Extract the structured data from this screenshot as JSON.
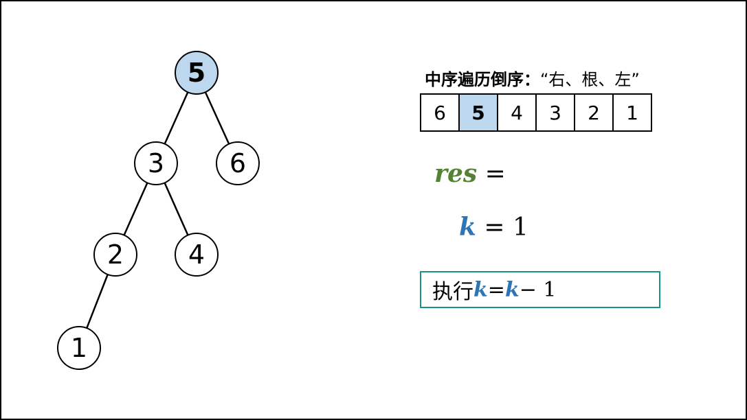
{
  "tree": {
    "nodes": [
      {
        "id": "n5",
        "value": "5",
        "highlighted": true
      },
      {
        "id": "n3",
        "value": "3",
        "highlighted": false
      },
      {
        "id": "n6",
        "value": "6",
        "highlighted": false
      },
      {
        "id": "n2",
        "value": "2",
        "highlighted": false
      },
      {
        "id": "n4",
        "value": "4",
        "highlighted": false
      },
      {
        "id": "n1",
        "value": "1",
        "highlighted": false
      }
    ],
    "edges": [
      [
        "n5",
        "n3"
      ],
      [
        "n5",
        "n6"
      ],
      [
        "n3",
        "n2"
      ],
      [
        "n3",
        "n4"
      ],
      [
        "n2",
        "n1"
      ]
    ]
  },
  "traversal": {
    "label_bold": "中序遍历倒序：",
    "label_rest": "“右、根、左”",
    "cells": [
      {
        "value": "6",
        "highlighted": false
      },
      {
        "value": "5",
        "highlighted": true
      },
      {
        "value": "4",
        "highlighted": false
      },
      {
        "value": "3",
        "highlighted": false
      },
      {
        "value": "2",
        "highlighted": false
      },
      {
        "value": "1",
        "highlighted": false
      }
    ]
  },
  "res_line": {
    "var": "res",
    "op": " = "
  },
  "k_line": {
    "var": "k",
    "op": " = ",
    "value": "1"
  },
  "exec": {
    "prefix": "执行 ",
    "lhs": "k",
    "eq": " = ",
    "rhs": "k",
    "rest": " − 1"
  },
  "colors": {
    "highlight": "#bdd7ee",
    "res": "#548235",
    "k": "#2e75b6",
    "exec_border": "#17928a"
  }
}
